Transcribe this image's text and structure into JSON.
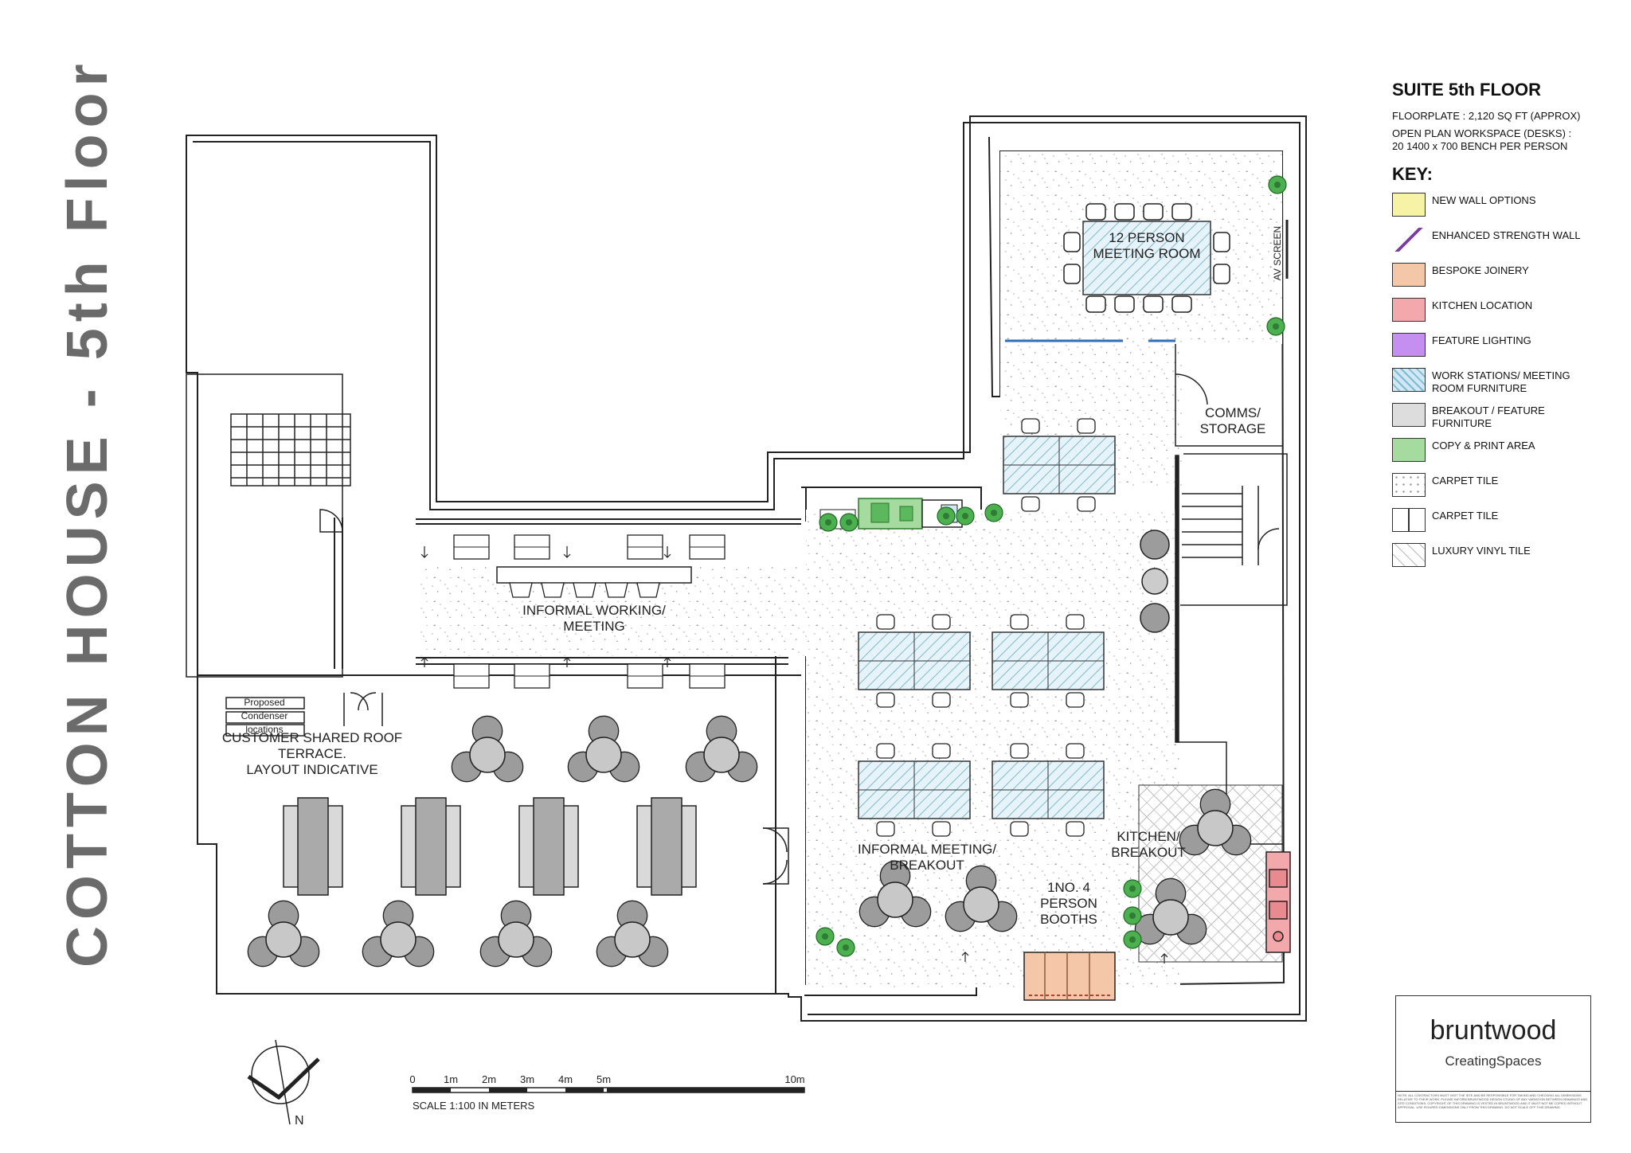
{
  "drawing": {
    "vertical_title": "COTTON HOUSE - 5th Floor",
    "scale_ticks": [
      "0",
      "1m",
      "2m",
      "3m",
      "4m",
      "5m",
      "10m"
    ],
    "scale_caption": "SCALE 1:100 IN METERS",
    "north_label": "N"
  },
  "rooms": {
    "meeting_room": [
      "12 PERSON",
      "MEETING ROOM"
    ],
    "av_screen": "AV SCREEN",
    "comms": [
      "COMMS/",
      "STORAGE"
    ],
    "informal_working": [
      "INFORMAL WORKING/",
      "MEETING"
    ],
    "condenser": [
      "Proposed",
      "Condenser",
      "locations"
    ],
    "terrace": [
      "CUSTOMER SHARED ROOF",
      "TERRACE.",
      "LAYOUT INDICATIVE"
    ],
    "informal_meeting": [
      "INFORMAL MEETING/",
      "BREAKOUT"
    ],
    "kitchen": [
      "KITCHEN/",
      "BREAKOUT"
    ],
    "booths": [
      "1NO. 4",
      "PERSON",
      "BOOTHS"
    ]
  },
  "legend": {
    "title": "SUITE 5th FLOOR",
    "floorplate": "FLOORPLATE : 2,120 SQ FT (APPROX)",
    "workspace_1": "OPEN  PLAN WORKSPACE (DESKS) :",
    "workspace_2": "20 1400 x 700 BENCH PER PERSON",
    "key_title": "KEY:",
    "items": [
      {
        "label": "NEW WALL OPTIONS",
        "color": "#f7f3a6"
      },
      {
        "label": "ENHANCED STRENGTH WALL",
        "color": "#7a3fa0"
      },
      {
        "label": "BESPOKE JOINERY",
        "color": "#f3c7a8"
      },
      {
        "label": "KITCHEN LOCATION",
        "color": "#f3a8ac"
      },
      {
        "label": "FEATURE LIGHTING",
        "color": "#c48ff0"
      },
      {
        "label": "WORK STATIONS/ MEETING ROOM FURNITURE",
        "color": "#cfe8f3"
      },
      {
        "label": "BREAKOUT / FEATURE FURNITURE",
        "color": "#dddddd"
      },
      {
        "label": "COPY & PRINT AREA",
        "color": "#a6dba0"
      },
      {
        "label": "CARPET TILE",
        "color": "#ffffff"
      },
      {
        "label": "CARPET TILE",
        "color": "#ffffff"
      },
      {
        "label": "LUXURY VINYL TILE",
        "color": "#ffffff"
      }
    ]
  },
  "brand": {
    "name": "bruntwood",
    "tagline": "CreatingSpaces",
    "note": "NOTE: ALL CONTRACTORS MUST VISIT THE SITE AND BE RESPONSIBLE FOR TAKING AND CHECKING ALL DIMENSIONS RELATIVE TO THEIR WORK. PLEASE INFORM BRUNTWOOD DESIGN STUDIO OF ANY VARIATION BETWEEN DRAWINGS AND SITE CONDITIONS. COPYRIGHT OF THIS DRAWING IS VESTED IN BRUNTWOOD AND IT MUST NOT BE COPIED WITHOUT APPROVAL. USE FIGURED DIMENSIONS ONLY FROM THIS DRAWING. DO NOT SCALE OFF THIS DRAWING."
  }
}
